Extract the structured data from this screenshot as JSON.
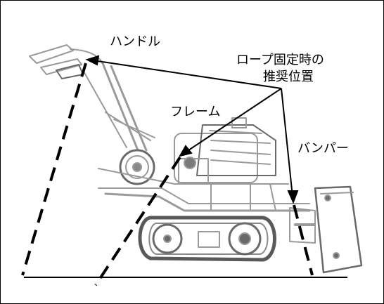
{
  "labels": {
    "handle": "ハンドル",
    "rope_line1": "ロープ固定時の",
    "rope_line2": "推奨位置",
    "frame": "フレーム",
    "bumper": "バンパー"
  },
  "icons": {
    "machine": "crawler-cultivator-machine-icon"
  },
  "colors": {
    "ink": "#000000",
    "machine_outline": "#9a9a9a",
    "machine_dark": "#5a5a5a"
  }
}
